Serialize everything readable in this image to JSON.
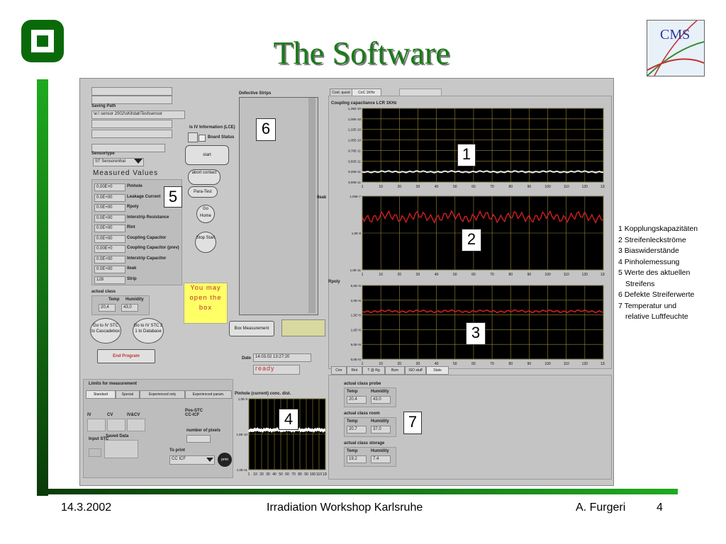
{
  "slide": {
    "title": "The Software",
    "footer_date": "14.3.2002",
    "footer_event": "Irradiation Workshop Karlsruhe",
    "footer_author": "A. Furgeri",
    "footer_page": "4",
    "cms_logo_text": "CMS"
  },
  "legend": [
    "1 Kopplungskapazitäten",
    "2 Streifenleckströme",
    "3 Biaswiderstände",
    "4 Pinholemessung",
    "5 Werte des aktuellen",
    "Streifens",
    "6 Defekte Streiferwerte",
    "7 Temperatur und",
    "relative Luftfeuchte"
  ],
  "app": {
    "callouts": [
      "1",
      "2",
      "3",
      "4",
      "5",
      "6",
      "7"
    ],
    "you_may": "You may open the box",
    "measured_values": "Measured Values",
    "defective_strips": "Defective Strips",
    "saving_path": "Saving Path",
    "saving_path_value": "\\e:\\ sensor 2002\\sKit\\dat\\Test\\sensor",
    "sensortype": "Sensortype",
    "sensortype_value": "ST Sensorenhal",
    "board_status": "Board Status",
    "pinhole_status": "Is IV Information (LCE)",
    "main_button": "start",
    "buttons": [
      "abort contact",
      "Para-Test",
      "Go Home",
      "Stop Start"
    ],
    "value_labels": [
      "Pinhole",
      "Leakage Current",
      "Rpoly",
      "Interstrip Resistance",
      "Rint",
      "Coupling Capacitor",
      "Coupling Capacitor (prev)",
      "Interstrip Capacitor",
      "Ileak",
      "Strip"
    ],
    "value_values": [
      "0,00E+0",
      "0.0E+00",
      "0.0E+00",
      "0.0E+00",
      "0.0E+00",
      "0.0E+00",
      "0,00E+0",
      "0.0E+00",
      "0.0E+00",
      "128"
    ],
    "actual_class": "actual class",
    "temp_label": "Temp",
    "humid_label": "Humidity",
    "temp_value": "20,4",
    "humid_value": "43,0",
    "round_buttons": [
      "Go to IV STC to Cascadebox",
      "Go to IV STC 2 1 to Database"
    ],
    "end_program": "End Program",
    "box_measurement": "Box Measurement",
    "status_date": "Date",
    "status_date_value": "14.03.02 13:27:20",
    "status_ready": "ready",
    "limits_title": "Limits for measurement",
    "limit_tabs": [
      "Standard",
      "Special",
      "Experienced only",
      "Experienced param."
    ],
    "limit_fields": [
      "IV",
      "CV",
      "IV&CV"
    ],
    "saved_data": "Saved Data",
    "input_label": "Input STC",
    "number_pixels": "number of pixels",
    "to_print": "To print",
    "print_select": "CC ICF",
    "print_button": "print",
    "pos_label": "Pos-STC CC-ICF",
    "pinhole_plot_title": "Pinhole (current) conc. dist.",
    "top_tabs": [
      "Cont. quest",
      "CoC 1KHz"
    ],
    "chart1_title": "Coupling capacitance LCR 1KHz",
    "chart2_ylabel": "Ileak",
    "chart3_ylabel": "Rpoly",
    "bottom_tabs": [
      "Cmr",
      "Rint",
      "T @ Rg",
      "Bsm",
      "ISO stuff",
      "Stats"
    ],
    "env_groups": [
      "actual class probe",
      "actual class room",
      "actual class storage"
    ],
    "env_temp": [
      "20.4",
      "20.7",
      "19.2"
    ],
    "env_humid": [
      "43.0",
      "37.0",
      "7.4"
    ],
    "x_ticks": [
      "1",
      "10",
      "20",
      "30",
      "40",
      "50",
      "60",
      "70",
      "80",
      "90",
      "100",
      "110",
      "120",
      "128"
    ],
    "chart1_yticks": [
      "1,26E-10",
      "1,00E-10",
      "1,10E-10",
      "1,05E-10",
      "9,78E-11",
      "9,50E-11",
      "9,20E-11",
      "9,00E-11"
    ],
    "chart2_yticks": [
      "1,00E-7",
      "1,0E-8",
      "1,0E-11"
    ],
    "chart3_yticks": [
      "5,5E+6",
      "2,0E+6",
      "1,5E+6",
      "1,0E+6",
      "5,0E+5",
      "0,0E+0"
    ],
    "chart4_yticks": [
      "1,0E-9",
      "1,0E-10",
      "1,0E-11"
    ]
  }
}
